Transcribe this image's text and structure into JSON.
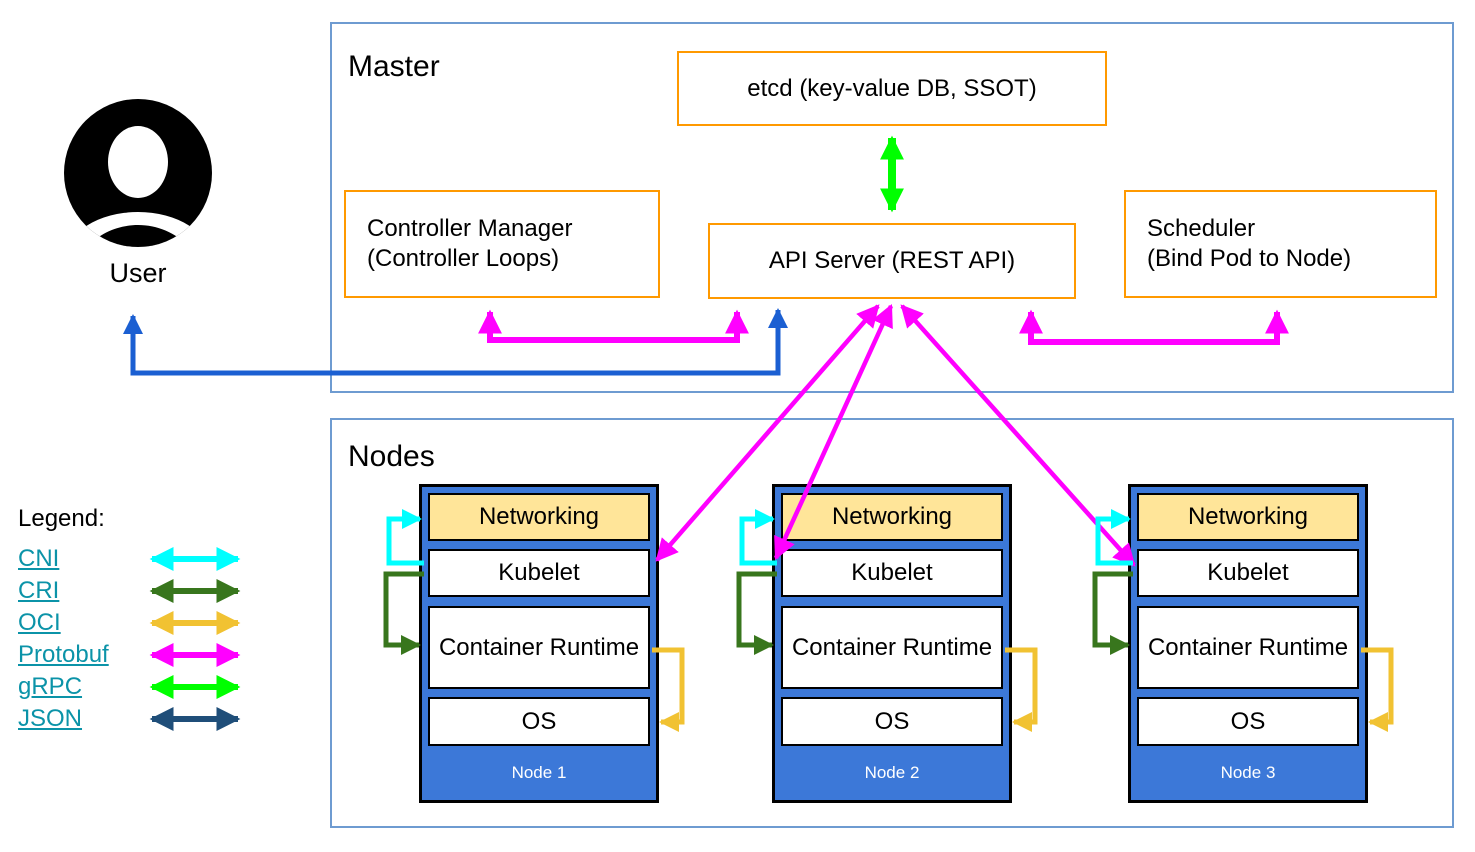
{
  "master": {
    "title": "Master",
    "etcd": "etcd (key-value DB, SSOT)",
    "controller_manager_line1": "Controller Manager",
    "controller_manager_line2": "(Controller Loops)",
    "api_server": "API Server (REST API)",
    "scheduler_line1": "Scheduler",
    "scheduler_line2": "(Bind Pod to Node)"
  },
  "user": {
    "label": "User"
  },
  "nodes_section": {
    "title": "Nodes",
    "nodes": [
      {
        "label": "Node 1",
        "networking": "Networking",
        "kubelet": "Kubelet",
        "runtime": "Container Runtime",
        "os": "OS"
      },
      {
        "label": "Node 2",
        "networking": "Networking",
        "kubelet": "Kubelet",
        "runtime": "Container Runtime",
        "os": "OS"
      },
      {
        "label": "Node 3",
        "networking": "Networking",
        "kubelet": "Kubelet",
        "runtime": "Container Runtime",
        "os": "OS"
      }
    ]
  },
  "legend": {
    "title": "Legend:",
    "items": [
      {
        "label": "CNI",
        "color": "#00ffff"
      },
      {
        "label": "CRI",
        "color": "#38761d"
      },
      {
        "label": "OCI",
        "color": "#f1c232"
      },
      {
        "label": "Protobuf",
        "color": "#ff00ff"
      },
      {
        "label": "gRPC",
        "color": "#00ff00"
      },
      {
        "label": "JSON",
        "color": "#1f4e79"
      }
    ]
  },
  "colors": {
    "user_api_link": "#1b5fd2",
    "grpc_link": "#00ff00",
    "protobuf_link": "#ff00ff",
    "cni_link": "#00ffff",
    "cri_link": "#38761d",
    "oci_link": "#f1c232",
    "node_fill": "#3c78d8",
    "networking_fill": "#ffe599",
    "component_border": "#ff9900",
    "section_border": "#6e9bd1",
    "legend_link_text": "#0b93a8"
  }
}
